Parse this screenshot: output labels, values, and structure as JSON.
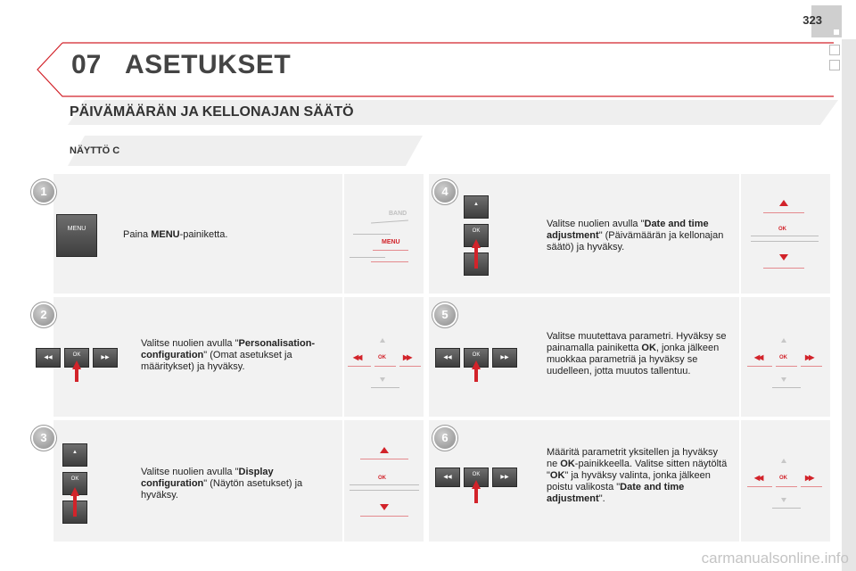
{
  "page_number": "323",
  "chapter": {
    "number": "07",
    "title": "ASETUKSET"
  },
  "section_title": "PÄIVÄMÄÄRÄN JA KELLONAJAN SÄÄTÖ",
  "subsection_title": "NÄYTTÖ C",
  "watermark": "carmanualsonline.info",
  "colors": {
    "accent": "#d2232a",
    "panel": "#f2f2f2"
  },
  "labels": {
    "menu": "MENU",
    "ok": "OK",
    "band": "BAND"
  },
  "steps": [
    {
      "number": "1",
      "text_parts": [
        "Paina ",
        "MENU",
        "-painiketta."
      ]
    },
    {
      "number": "2",
      "text_parts": [
        "Valitse nuolien avulla \"",
        "Personalisation-configuration",
        "\" (Omat asetukset ja määritykset) ja hyväksy."
      ]
    },
    {
      "number": "3",
      "text_parts": [
        "Valitse nuolien avulla \"",
        "Display configuration",
        "\" (Näytön asetukset) ja hyväksy."
      ]
    },
    {
      "number": "4",
      "text_parts": [
        "Valitse nuolien avulla \"",
        "Date and time adjustment",
        "\" (Päivämäärän ja kellonajan säätö) ja hyväksy."
      ]
    },
    {
      "number": "5",
      "text_parts": [
        "Valitse muutettava parametri. Hyväksy se painamalla painiketta ",
        "OK",
        ", jonka jälkeen muokkaa parametriä ja hyväksy se uudelleen, jotta muutos tallentuu."
      ]
    },
    {
      "number": "6",
      "text_parts": [
        "Määritä parametrit yksitellen ja hyväksy ne ",
        "OK",
        "-painikkeella. Valitse sitten näytöltä \"",
        "OK",
        "\" ja hyväksy valinta, jonka jälkeen poistu valikosta \"",
        "Date and time adjustment",
        "\"."
      ]
    }
  ]
}
